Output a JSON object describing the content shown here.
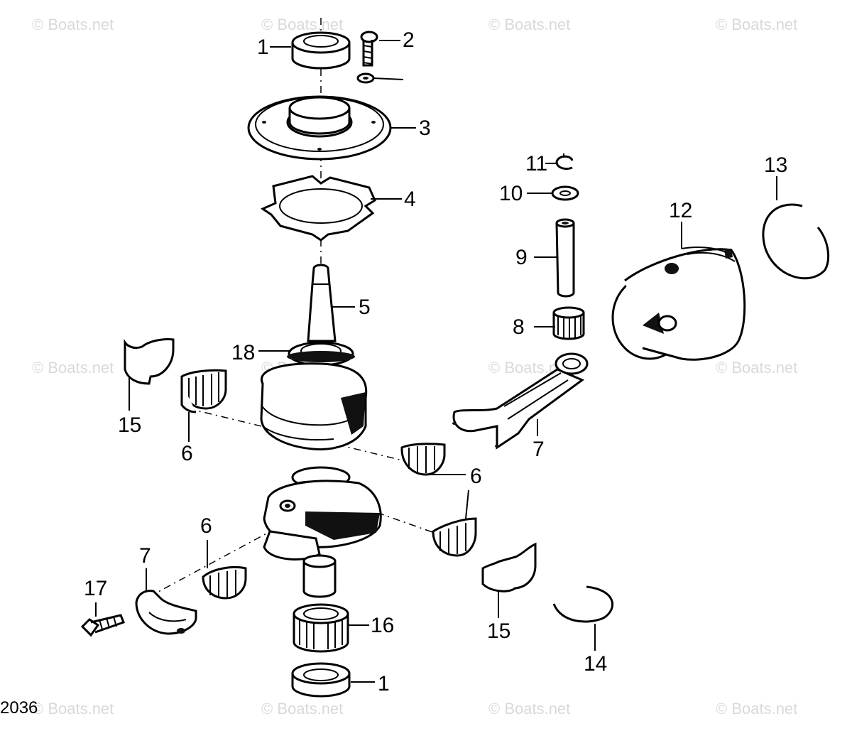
{
  "diagram": {
    "figure_id": "2036",
    "watermark_text": "© Boats.net",
    "watermarks": [
      {
        "id": "wm-1",
        "text": "© Boats.net"
      },
      {
        "id": "wm-2",
        "text": "© Boats.net"
      },
      {
        "id": "wm-3",
        "text": "© Boats.net"
      },
      {
        "id": "wm-4",
        "text": "© Boats.net"
      },
      {
        "id": "wm-5",
        "text": "© Boats.net"
      },
      {
        "id": "wm-6",
        "text": "© Boats.net"
      },
      {
        "id": "wm-7",
        "text": "© Boats.net"
      },
      {
        "id": "wm-8",
        "text": "© Boats.net"
      },
      {
        "id": "wm-9",
        "text": "© Boats.net"
      },
      {
        "id": "wm-10",
        "text": "© Boats.net"
      },
      {
        "id": "wm-11",
        "text": "© Boats.net"
      },
      {
        "id": "wm-12",
        "text": "© Boats.net"
      }
    ],
    "callouts": [
      {
        "id": "c1a",
        "label": "1"
      },
      {
        "id": "c2",
        "label": "2"
      },
      {
        "id": "c3",
        "label": "3"
      },
      {
        "id": "c4",
        "label": "4"
      },
      {
        "id": "c5",
        "label": "5"
      },
      {
        "id": "c6a",
        "label": "6"
      },
      {
        "id": "c6b",
        "label": "6"
      },
      {
        "id": "c6c",
        "label": "6"
      },
      {
        "id": "c7a",
        "label": "7"
      },
      {
        "id": "c7b",
        "label": "7"
      },
      {
        "id": "c8",
        "label": "8"
      },
      {
        "id": "c9",
        "label": "9"
      },
      {
        "id": "c10",
        "label": "10"
      },
      {
        "id": "c11",
        "label": "11"
      },
      {
        "id": "c12",
        "label": "12"
      },
      {
        "id": "c13",
        "label": "13"
      },
      {
        "id": "c14",
        "label": "14"
      },
      {
        "id": "c15a",
        "label": "15"
      },
      {
        "id": "c15b",
        "label": "15"
      },
      {
        "id": "c16",
        "label": "16"
      },
      {
        "id": "c17",
        "label": "17"
      },
      {
        "id": "c18",
        "label": "18"
      },
      {
        "id": "c1b",
        "label": "1"
      }
    ]
  }
}
